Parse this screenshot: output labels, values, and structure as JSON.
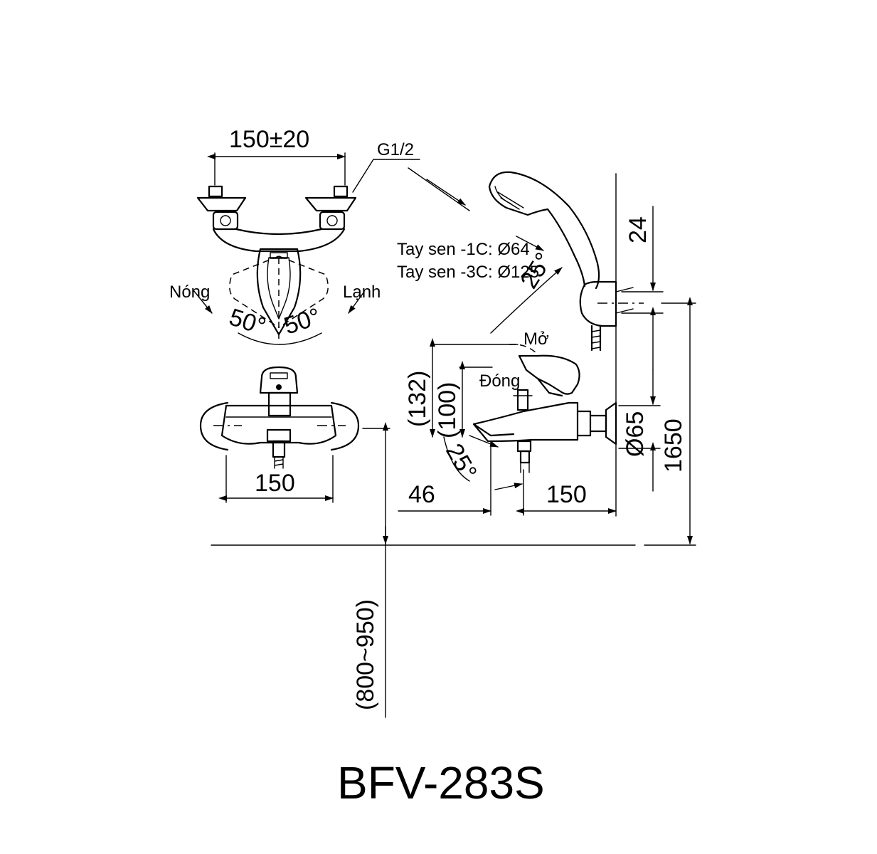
{
  "title": "BFV-283S",
  "labels": {
    "inlet_spacing": "150±20",
    "thread": "G1/2",
    "hot": "Nóng",
    "cold": "Lạnh",
    "angle_hot": "50°",
    "angle_cold": "50°",
    "handshower_1c": "Tay sen -1C: Ø64",
    "handshower_3c": "Tay sen -3C: Ø125",
    "handshower_angle": "25°",
    "open": "Mở",
    "close": "Đóng",
    "dim_132": "(132)",
    "dim_100": "(100)",
    "spout_angle": "25°",
    "front_width": "150",
    "spout_offset": "46",
    "spout_projection": "150",
    "holder_height": "24",
    "flange_diameter": "Ø65",
    "holder_mount_height": "1650",
    "faucet_mount_height": "(800~950)"
  }
}
